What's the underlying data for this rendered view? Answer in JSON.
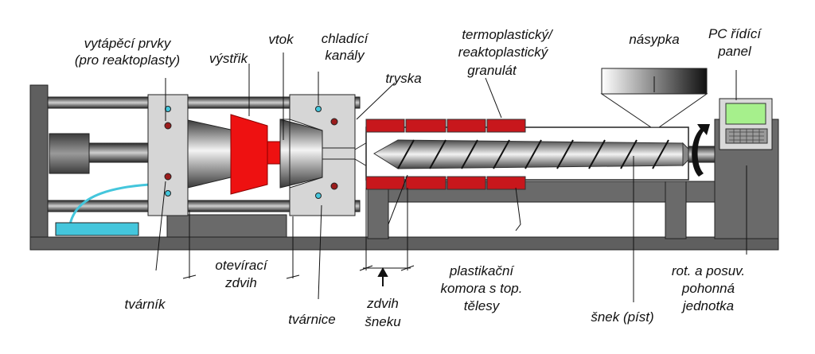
{
  "labels": {
    "heating_elements": [
      "vytápěcí prvky",
      "(pro reaktoplasty)"
    ],
    "injection": "výstřik",
    "sprue": "vtok",
    "cooling_channels": [
      "chladící",
      "kanály"
    ],
    "nozzle": "tryska",
    "granulate": [
      "termoplastický/",
      "reaktoplastický",
      "granulát"
    ],
    "hopper": "násypka",
    "control_panel": [
      "PC řídící",
      "panel"
    ],
    "punch": "tvárník",
    "opening_stroke": [
      "otevírací",
      "zdvih"
    ],
    "die": "tvárnice",
    "screw_stroke": [
      "zdvih",
      "šneku"
    ],
    "plasticizing_chamber": [
      "plastikační",
      "komora s top.",
      "tělesy"
    ],
    "screw": "šnek (píst)",
    "drive_unit": [
      "rot. a posuv.",
      "pohonná",
      "jednotka"
    ]
  },
  "colors": {
    "machine_gray": "#5f5f5f",
    "plate_light": "#d6d6d6",
    "heater_red": "#c8171c",
    "molding_red": "#ee1111",
    "cooling_cyan": "#44c6dc",
    "panel_screen": "#a6f08c"
  },
  "icons": [
    "rotation-arrow-icon",
    "stroke-arrow-icon"
  ]
}
